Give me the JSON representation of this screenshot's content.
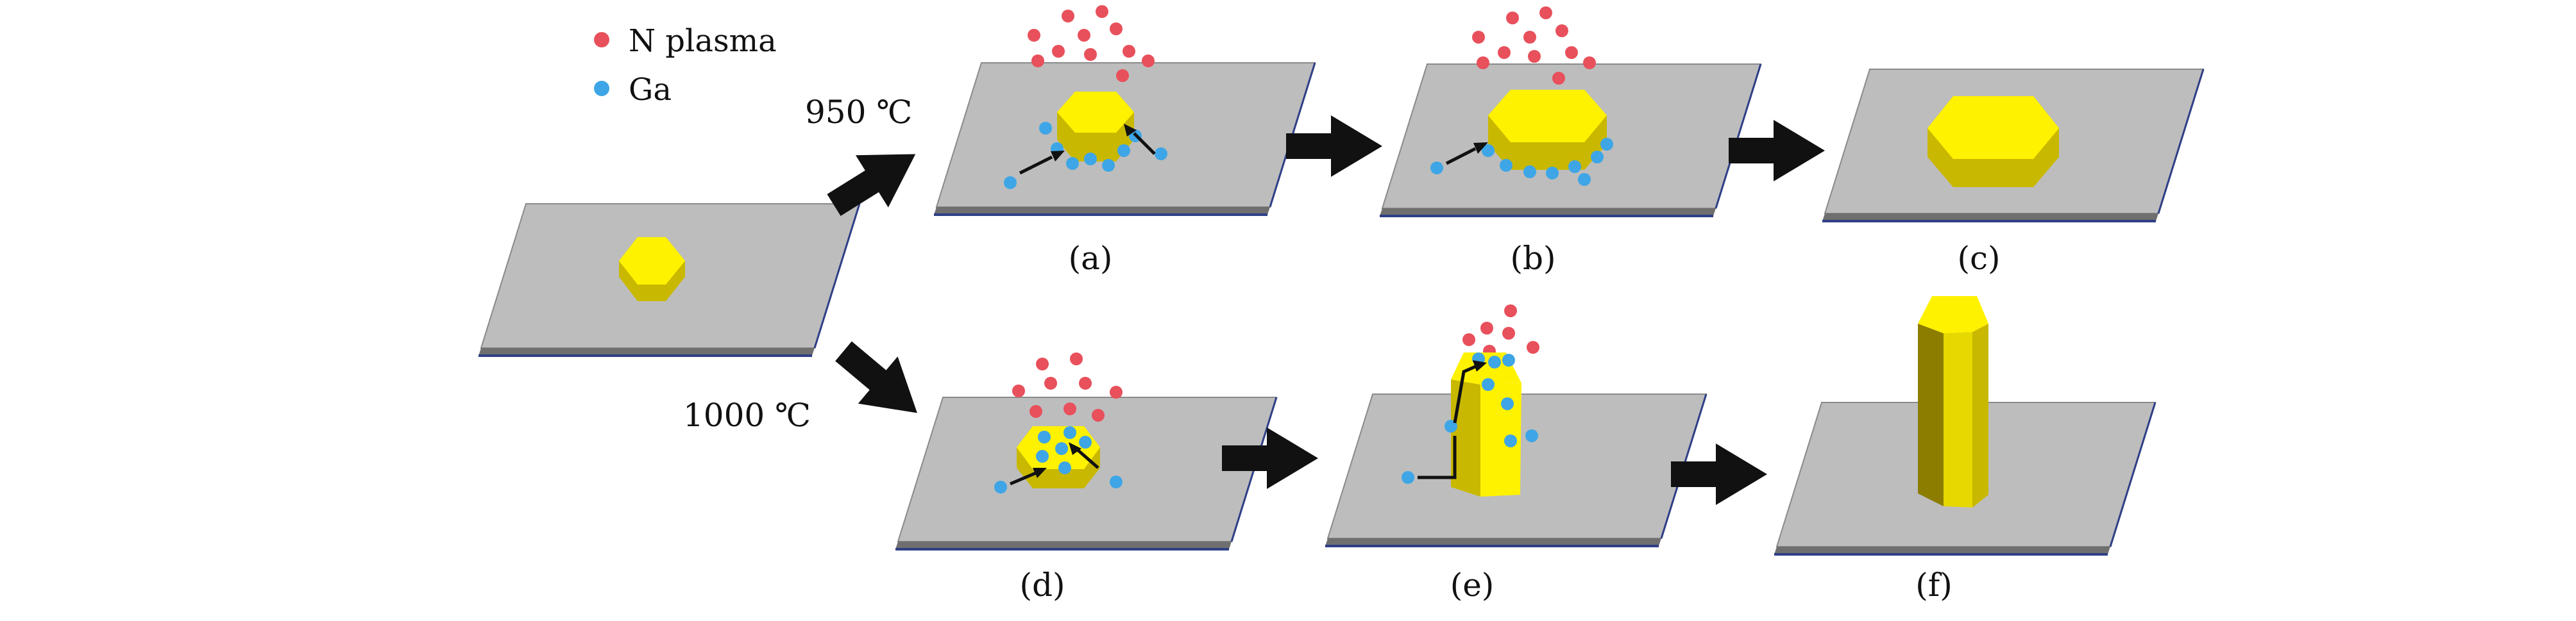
{
  "legend": {
    "items": [
      {
        "label": "N plasma",
        "color": "#e8505b"
      },
      {
        "label": "Ga",
        "color": "#3ea6e6"
      }
    ]
  },
  "conditions": {
    "upper": "950 ℃",
    "lower": "1000 ℃"
  },
  "panels": {
    "a": "(a)",
    "b": "(b)",
    "c": "(c)",
    "d": "(d)",
    "e": "(e)",
    "f": "(f)"
  },
  "colors": {
    "substrate_top": "#bdbdbd",
    "substrate_side": "#6f6f6f",
    "substrate_edge": "#2e3f86",
    "crystal_top": "#fff200",
    "crystal_side": "#c9b800",
    "crystal_dark": "#8c7d00",
    "arrow": "#111111",
    "nitrogen": "#e8505b",
    "gallium": "#3ea6e6"
  }
}
